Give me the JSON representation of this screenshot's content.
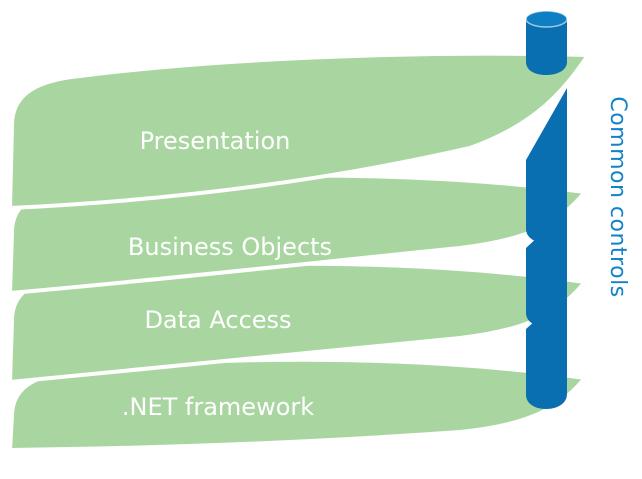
{
  "diagram": {
    "layers": [
      {
        "label": "Presentation"
      },
      {
        "label": "Business Objects"
      },
      {
        "label": "Data Access"
      },
      {
        "label": ".NET framework"
      }
    ],
    "side_label": "Common controls"
  },
  "colors": {
    "layer_fill": "#a9d6a0",
    "layer_text": "#ffffff",
    "cylinder": "#0a6fb0",
    "side_label": "#1283c9"
  }
}
